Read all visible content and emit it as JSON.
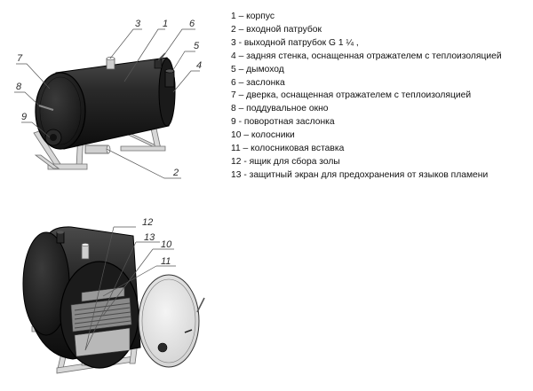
{
  "legend": [
    "1 – корпус",
    "2 – входной патрубок",
    "3 - выходной патрубок G 1 ¼ ,",
    "4 – задняя стенка, оснащенная отражателем с теплоизоляцией",
    "5 – дымоход",
    "6 – заслонка",
    "7 – дверка, оснащенная отражателем с теплоизоляцией",
    "8 – поддувальное окно",
    "9 - поворотная заслонка",
    "10 – колосники",
    "11 – колосниковая вставка",
    "12 - ящик для сбора золы",
    "13 - защитный экран для предохранения от языков пламени"
  ],
  "callouts_top": [
    "3",
    "1",
    "6",
    "7",
    "5",
    "4",
    "8",
    "9",
    "2"
  ],
  "callouts_bottom": [
    "12",
    "13",
    "10",
    "11"
  ]
}
